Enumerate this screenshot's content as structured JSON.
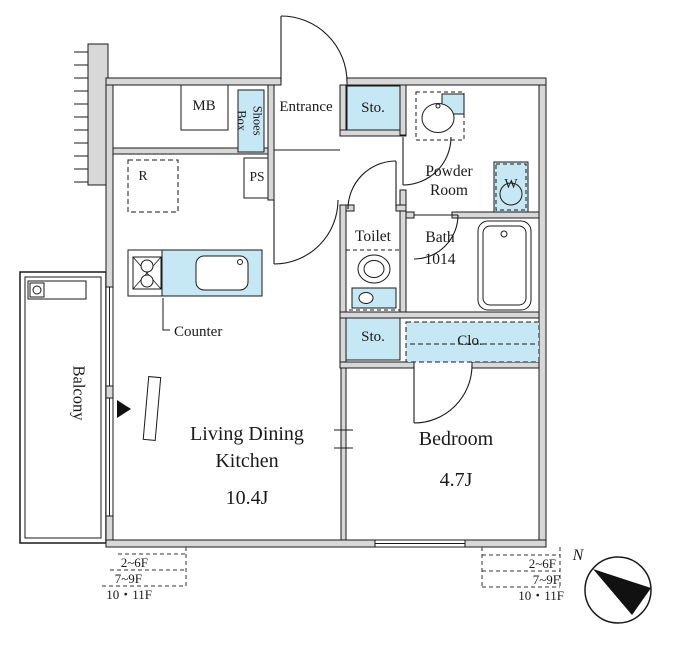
{
  "colors": {
    "highlight_blue": "#c6e7f4",
    "wall_fill": "#d8d8d8",
    "line": "#1a1a1a"
  },
  "labels": {
    "mb": "MB",
    "shoes_box_line1": "Shoes",
    "shoes_box_line2": "Box",
    "entrance": "Entrance",
    "storage_top": "Sto.",
    "powder_line1": "Powder",
    "powder_line2": "Room",
    "washer": "W",
    "toilet": "Toilet",
    "bath": "Bath",
    "bath_size": "1014",
    "ps": "PS",
    "refrigerator": "R",
    "counter": "Counter",
    "storage_mid": "Sto.",
    "closet": "Clo.",
    "balcony": "Balcony",
    "ldk_line1": "Living Dining",
    "ldk_line2": "Kitchen",
    "ldk_size": "10.4J",
    "bedroom": "Bedroom",
    "bedroom_size": "4.7J",
    "north": "N"
  },
  "floor_levels_left": [
    "2~6F",
    "7~9F",
    "10・11F"
  ],
  "floor_levels_right": [
    "2~6F",
    "7~9F",
    "10・11F"
  ]
}
